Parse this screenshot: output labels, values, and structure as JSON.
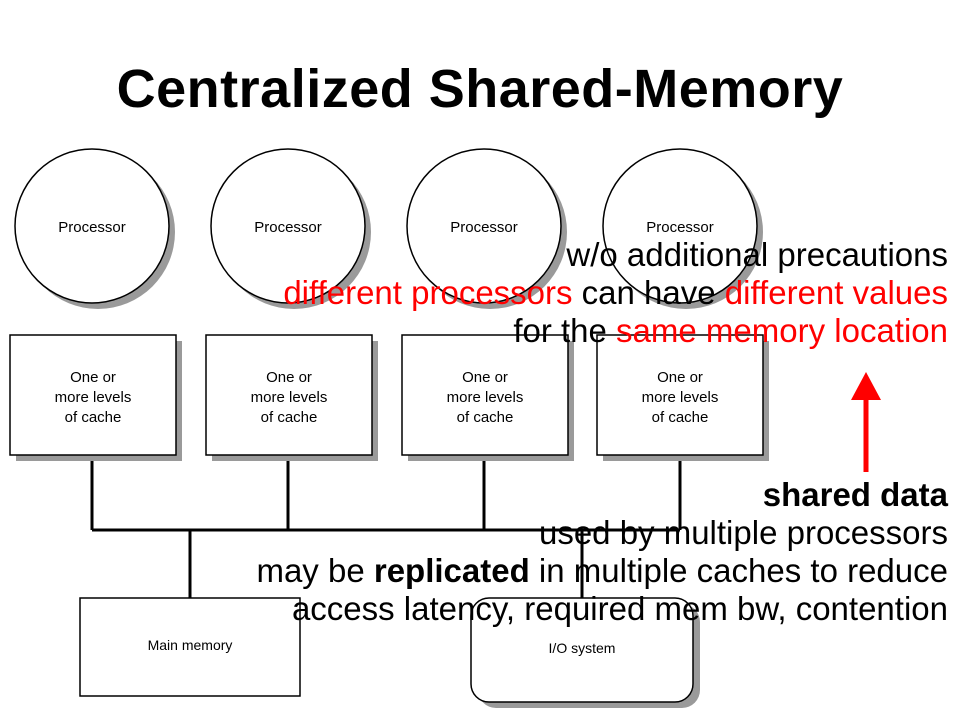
{
  "title": "Centralized Shared-Memory",
  "diagram": {
    "processor_label": "Processor",
    "cache_label_lines": [
      "One or",
      "more levels",
      "of cache"
    ],
    "main_memory_label": "Main memory",
    "io_system_label": "I/O system"
  },
  "callout_top": {
    "line1": "w/o additional precautions",
    "line2_red1": "different processors",
    "line2_mid": " can have ",
    "line2_red2": "different values",
    "line3_pre": "for the ",
    "line3_red": "same memory location"
  },
  "callout_bottom": {
    "line1": "shared data",
    "line2": "used by multiple processors",
    "line3_pre": "may be ",
    "line3_bold": "replicated",
    "line3_post": " in multiple caches to reduce",
    "line4": "access latency, required mem bw, contention"
  },
  "colors": {
    "accent_red": "#ff0000",
    "shadow_gray": "#9a9a9a"
  }
}
